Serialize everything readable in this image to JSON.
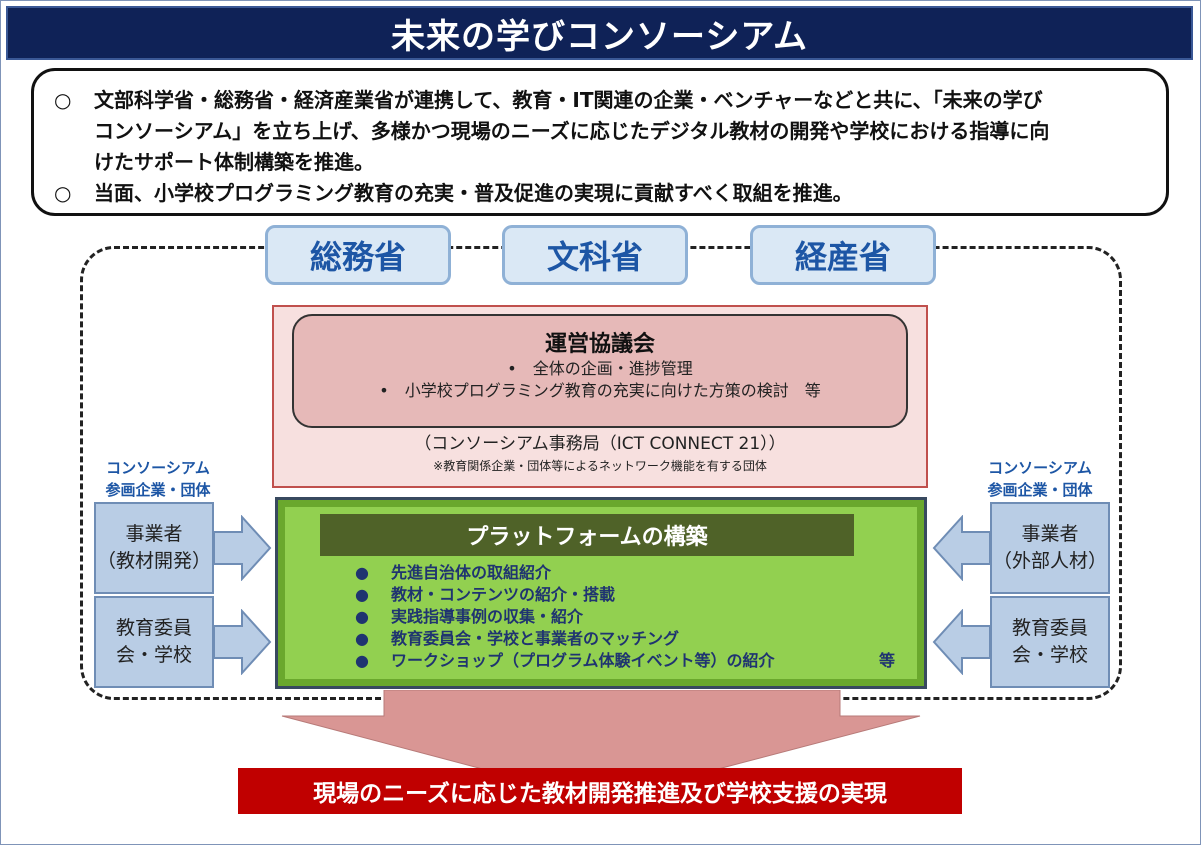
{
  "title": "未来の学びコンソーシアム",
  "intro": {
    "bullet_mark": "○",
    "items": [
      {
        "lines": [
          "文部科学省・総務省・経済産業省が連携して、教育・IT関連の企業・ベンチャーなどと共に、「未来の学び",
          "コンソーシアム」を立ち上げ、多様かつ現場のニーズに応じたデジタル教材の開発や学校における指導に向",
          "けたサポート体制構築を推進。"
        ]
      },
      {
        "lines": [
          "当面、小学校プログラミング教育の充実・普及促進の実現に貢献すべく取組を推進。"
        ]
      }
    ]
  },
  "ministries": [
    "総務省",
    "文科省",
    "経産省"
  ],
  "council": {
    "title": "運営協議会",
    "items": [
      "•　全体の企画・進捗管理",
      "•　小学校プログラミング教育の充実に向けた方策の検討　等"
    ],
    "secretariat": "（コンソーシアム事務局（ICT CONNECT 21））",
    "note": "※教育関係企業・団体等によるネットワーク機能を有する団体"
  },
  "side_labels": {
    "left": [
      "コンソーシアム",
      "参画企業・団体"
    ],
    "right": [
      "コンソーシアム",
      "参画企業・団体"
    ]
  },
  "actors": {
    "left_top": [
      "事業者",
      "（教材開発）"
    ],
    "left_bottom": [
      "教育委員",
      "会・学校"
    ],
    "right_top": [
      "事業者",
      "（外部人材）"
    ],
    "right_bottom": [
      "教育委員",
      "会・学校"
    ]
  },
  "platform": {
    "title": "プラットフォームの構築",
    "bullet": "●",
    "items": [
      "先進自治体の取組紹介",
      "教材・コンテンツの紹介・搭載",
      "実践指導事例の収集・紹介",
      "教育委員会・学校と事業者のマッチング",
      "ワークショップ（プログラム体験イベント等）の紹介"
    ],
    "trailing": "等"
  },
  "result": "現場のニーズに応じた教材開発推進及び学校支援の実現",
  "colors": {
    "title_bg": "#0f2257",
    "ministry_text": "#1d56a5",
    "council_bg": "#e6b9b8",
    "platform_bg": "#92d050",
    "platform_title_bg": "#4f6228",
    "actor_bg": "#b9cde5",
    "result_bg": "#c00000",
    "big_arrow": "#d99694"
  }
}
